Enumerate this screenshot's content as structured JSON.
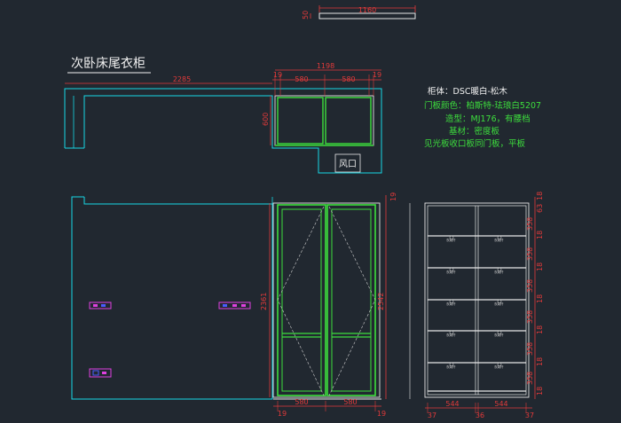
{
  "title": "次卧床尾衣柜",
  "notes": {
    "line1": "柜体：DSC暖白-松木",
    "line2": "门板颜色：柏斯特-珐琅白5207",
    "line3": "造型：MJ176，有腰档",
    "line4": "基材：密度板",
    "line5": "见光板收口板同门板，平板"
  },
  "vent_label": "风口",
  "inner_label": "衣架杆",
  "dims": {
    "top_width": "1160",
    "top_side": "50",
    "plan_total": "1198",
    "plan_left": "2285",
    "plan_end_l": "19",
    "plan_door_l": "580",
    "plan_door_r": "580",
    "plan_end_r": "19",
    "plan_depth": "600",
    "elev_height_l": "2361",
    "elev_height_r": "2542",
    "elev_top": "19",
    "elev_b_end_l": "19",
    "elev_b_door_l": "580",
    "elev_b_door_r": "580",
    "elev_b_end_r": "19",
    "inner_b_end_l": "37",
    "inner_b_w1": "544",
    "inner_b_mid": "36",
    "inner_b_w2": "544",
    "inner_b_end_r": "37",
    "inner_top": "18",
    "inner_v1": "63",
    "inner_v2": "358",
    "inner_v3": "18",
    "inner_v4": "358",
    "inner_v5": "18",
    "inner_v6": "358",
    "inner_v7": "18",
    "inner_v8": "358",
    "inner_v9": "18",
    "inner_v10": "358",
    "inner_v11": "18",
    "inner_v12": "358",
    "inner_v13": "18"
  }
}
